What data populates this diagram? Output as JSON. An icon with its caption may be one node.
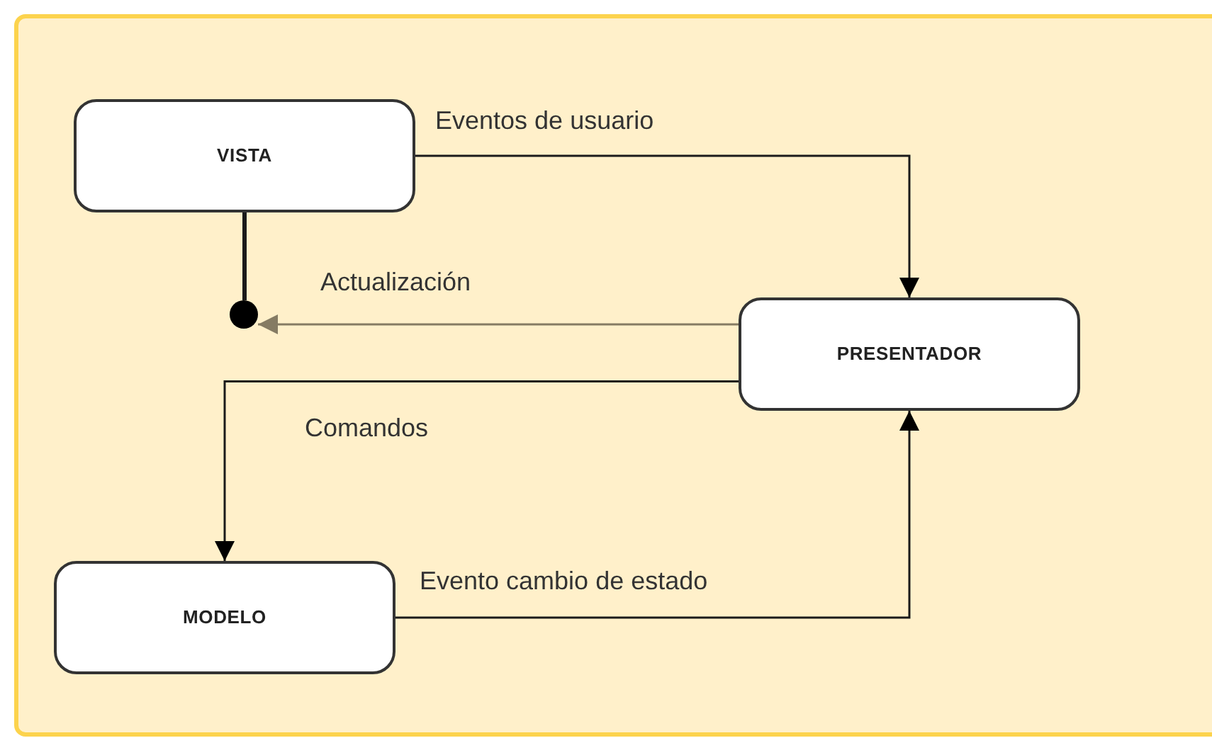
{
  "diagram": {
    "nodes": [
      {
        "text": [
          "VISTA"
        ]
      },
      {
        "text": [
          "PRESENTADOR"
        ]
      },
      {
        "text": [
          "MODELO"
        ]
      },
      {
        "text": [],
        "shape": "circle"
      }
    ],
    "edges": [
      {
        "from": 0,
        "to": 1,
        "arrow": "to",
        "label": "Eventos de usuario"
      },
      {
        "from": 0,
        "to": 3,
        "arrow": "none",
        "style": "thick"
      },
      {
        "from": 1,
        "to": 3,
        "arrow": "to",
        "label": "Actualización",
        "color": "#857b63"
      },
      {
        "from": 1,
        "to": 2,
        "arrow": "to",
        "label": "Comandos"
      },
      {
        "from": 2,
        "to": 1,
        "arrow": "to",
        "label": "Evento cambio de estado"
      }
    ]
  }
}
